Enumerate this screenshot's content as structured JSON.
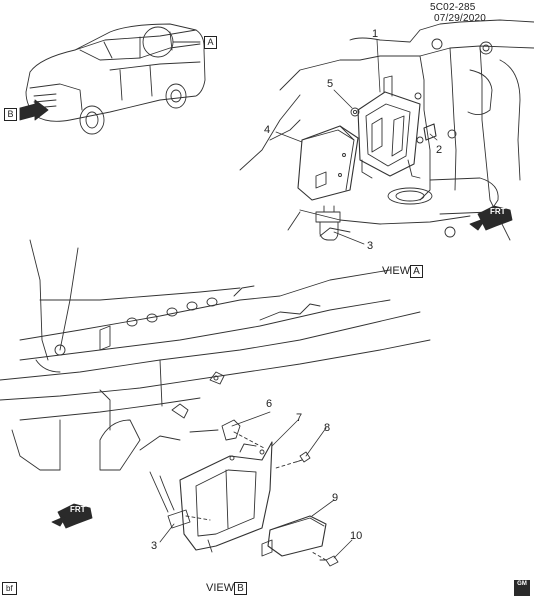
{
  "header": {
    "code": "5C02-285",
    "date": "07/29/2020"
  },
  "callouts": {
    "view_a_ref": "A",
    "view_b_ref": "B",
    "n1": "1",
    "n2": "2",
    "n3a": "3",
    "n4": "4",
    "n5": "5",
    "n6": "6",
    "n7": "7",
    "n8": "8",
    "n9": "9",
    "n10": "10",
    "n3b": "3"
  },
  "direction_labels": {
    "frt_top": "FRT",
    "frt_bottom": "FRT"
  },
  "views": {
    "a": {
      "word": "VIEW",
      "letter": "A"
    },
    "b": {
      "word": "VIEW",
      "letter": "B"
    }
  },
  "footer": {
    "author_tag": "bf",
    "logo_top": "GM",
    "logo_bottom": ""
  }
}
